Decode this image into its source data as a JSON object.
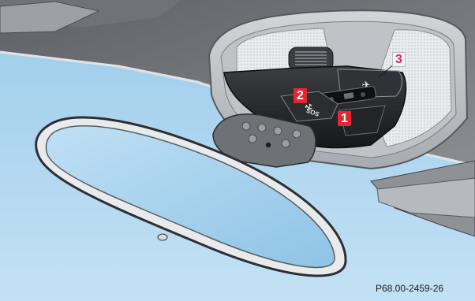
{
  "illustration": {
    "subject": "Overhead control panel with interior rear-view mirror",
    "reference_code": "P68.00-2459-26"
  },
  "callouts": [
    {
      "number": "1",
      "target": "sos-button"
    },
    {
      "number": "2",
      "target": "roadside-assistance-button"
    },
    {
      "number": "3",
      "target": "information-button"
    }
  ],
  "buttons": {
    "sos_label": "SOS"
  },
  "colors": {
    "sky": "#a9d3ee",
    "headliner": "#c6c9cc",
    "panel_dark": "#2a2c2f",
    "callout_red": "#e3262f",
    "callout_magenta": "#d6246f"
  }
}
